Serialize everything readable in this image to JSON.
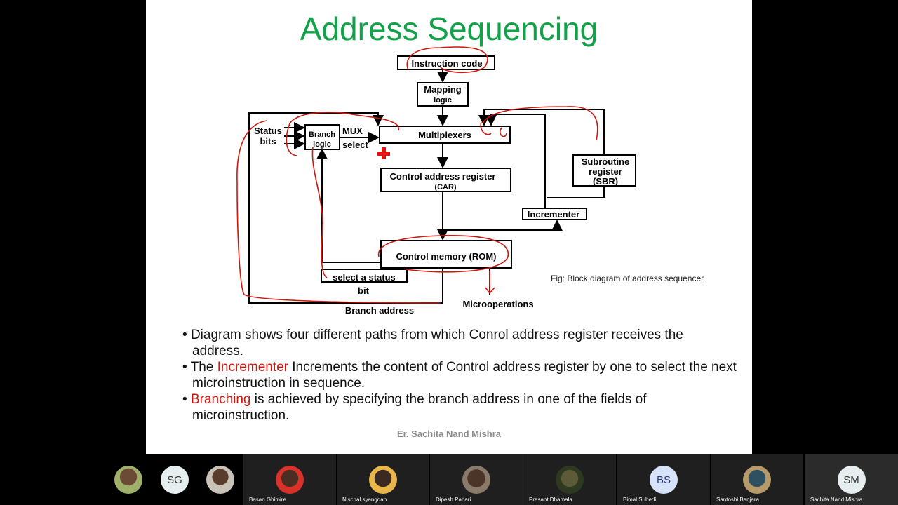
{
  "slide": {
    "title": "Address Sequencing",
    "diagram": {
      "instruction_code": "Instruction code",
      "mapping": "Mapping",
      "logic": "logic",
      "multiplexers": "Multiplexers",
      "status": "Status",
      "bits": "bits",
      "branch": "Branch",
      "branch_logic": "logic",
      "mux": "MUX",
      "select": "select",
      "car": "Control address register",
      "car_abbr": "(CAR)",
      "subroutine": "Subroutine",
      "register": "register",
      "sbr": "(SBR)",
      "incrementer": "Incrementer",
      "control_memory": "Control memory (ROM)",
      "select_status": "select a status",
      "bit": "bit",
      "branch_address": "Branch address",
      "microoperations": "Microoperations"
    },
    "caption": "Fig: Block diagram of address sequencer",
    "bullets": [
      {
        "pre": "",
        "highlight": "",
        "post": "Diagram shows four different paths from which Conrol address register receives the address."
      },
      {
        "pre": "The ",
        "highlight": "Incrementer",
        "post": " Increments the content of Control address register by one to select the next microinstruction in sequence."
      },
      {
        "pre": "",
        "highlight": "Branching",
        "post": " is achieved by specifying the branch address in one of the fields of microinstruction."
      }
    ],
    "author": "Er. Sachita Nand Mishra",
    "highlight_color": "#d0160d",
    "title_color": "#13a14a"
  },
  "participants": [
    {
      "name": "",
      "avatar": "photo",
      "letters": ""
    },
    {
      "name": "",
      "avatar": "letters",
      "letters": "SG"
    },
    {
      "name": "",
      "avatar": "photo",
      "letters": ""
    },
    {
      "name": "Basan Ghimire",
      "avatar": "photo",
      "letters": ""
    },
    {
      "name": "Nischal syangdan",
      "avatar": "photo",
      "letters": ""
    },
    {
      "name": "Dipesh Pahari",
      "avatar": "photo",
      "letters": ""
    },
    {
      "name": "Prasant Dhamala",
      "avatar": "photo",
      "letters": ""
    },
    {
      "name": "Bimal Subedi",
      "avatar": "letters",
      "letters": "BS"
    },
    {
      "name": "Santoshi Banjara",
      "avatar": "photo",
      "letters": ""
    },
    {
      "name": "Sachita Nand Mishra",
      "avatar": "letters",
      "letters": "SM"
    }
  ]
}
